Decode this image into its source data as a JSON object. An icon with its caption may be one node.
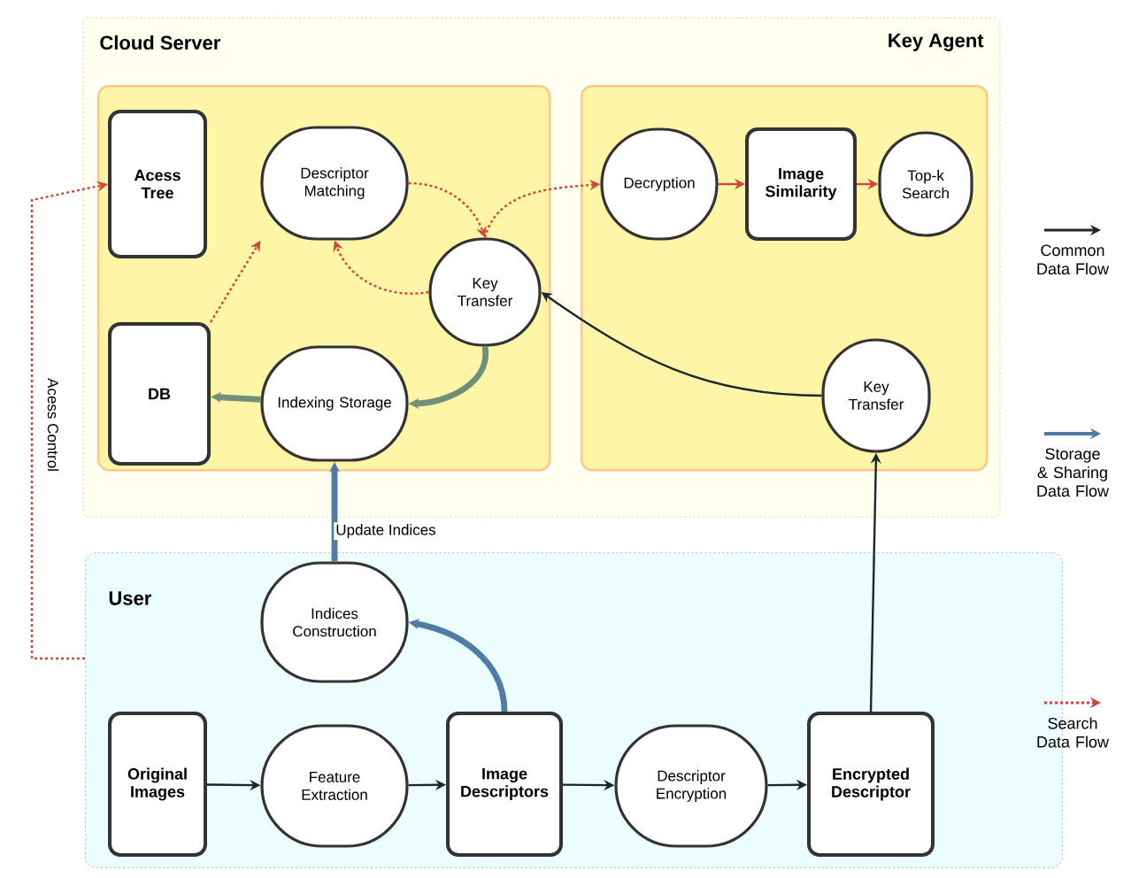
{
  "diagram": {
    "nodes": [
      {
        "text": [
          "Cloud Server"
        ]
      },
      {
        "text": [
          "Acess Tree"
        ],
        "in": 0
      },
      {
        "text": [
          "Descriptor Matching"
        ],
        "in": 0
      },
      {
        "text": [
          "Key Transfer"
        ],
        "in": 0
      },
      {
        "text": [
          "DB"
        ],
        "in": 0
      },
      {
        "text": [
          "Indexing Storage"
        ],
        "in": 0
      },
      {
        "text": [
          "Key Agent"
        ]
      },
      {
        "text": [
          "Decryption"
        ],
        "in": 6
      },
      {
        "text": [
          "Image Similarity"
        ],
        "in": 6
      },
      {
        "text": [
          "Top-k Search"
        ],
        "in": 6
      },
      {
        "text": [
          "Key Transfer"
        ],
        "in": 6
      },
      {
        "text": [
          "User"
        ]
      },
      {
        "text": [
          "Indices Construction"
        ],
        "in": 11
      },
      {
        "text": [
          "Original Images"
        ],
        "in": 11
      },
      {
        "text": [
          "Feature Extraction"
        ],
        "in": 11
      },
      {
        "text": [
          "Image Descriptors"
        ],
        "in": 11
      },
      {
        "text": [
          "Descriptor Encryption"
        ],
        "in": 11
      },
      {
        "text": [
          "Encrypted Descriptor"
        ],
        "in": 11
      }
    ],
    "edges": [
      {
        "from": 13,
        "to": 14,
        "arrow": "to",
        "color": "#1c2630"
      },
      {
        "from": 14,
        "to": 15,
        "arrow": "to",
        "color": "#1c2630"
      },
      {
        "from": 15,
        "to": 16,
        "arrow": "to",
        "color": "#1c2630"
      },
      {
        "from": 16,
        "to": 17,
        "arrow": "to",
        "color": "#1c2630"
      },
      {
        "from": 15,
        "to": 12,
        "arrow": "to",
        "style": "thick",
        "color": "#4f7ba6"
      },
      {
        "from": 12,
        "to": 5,
        "arrow": "to",
        "style": "thick",
        "color": "#4f7ba6",
        "label": "Update Indices"
      },
      {
        "from": 3,
        "to": 5,
        "arrow": "to",
        "style": "thick",
        "color": "#6f8f7a"
      },
      {
        "from": 5,
        "to": 4,
        "arrow": "to",
        "style": "thick",
        "color": "#6f8f7a"
      },
      {
        "from": 17,
        "to": 10,
        "arrow": "to",
        "color": "#1c2630"
      },
      {
        "from": 10,
        "to": 3,
        "arrow": "to",
        "color": "#1c2630"
      },
      {
        "from": 4,
        "to": 2,
        "arrow": "to",
        "style": "dashed",
        "color": "#d0463c"
      },
      {
        "from": 2,
        "to": 3,
        "arrow": "to",
        "style": "dashed",
        "color": "#d0463c"
      },
      {
        "from": 3,
        "to": 2,
        "arrow": "to",
        "style": "dashed",
        "color": "#d0463c"
      },
      {
        "from": 3,
        "to": 7,
        "arrow": "to",
        "style": "dashed",
        "color": "#d0463c"
      },
      {
        "from": 7,
        "to": 8,
        "arrow": "to",
        "color": "#d0463c"
      },
      {
        "from": 8,
        "to": 9,
        "arrow": "to",
        "color": "#d0463c"
      },
      {
        "from": 11,
        "to": 1,
        "arrow": "to",
        "style": "dashed",
        "color": "#d0463c",
        "label": "Acess Control"
      }
    ],
    "legend": [
      {
        "text": "Common Data Flow"
      },
      {
        "text": "Storage & Sharing Data Flow"
      },
      {
        "text": "Search Data Flow"
      }
    ]
  }
}
